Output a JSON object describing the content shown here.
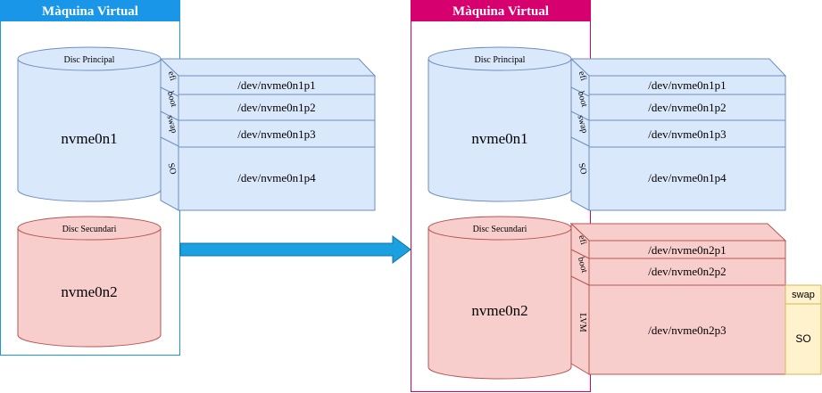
{
  "colors": {
    "vm1_header": "#1a96e8",
    "vm2_header": "#d6006e",
    "blue_fill": "#dae8fc",
    "blue_stroke": "#6c8ebf",
    "red_fill": "#f8cecc",
    "red_stroke": "#b85450",
    "yellow_fill": "#fff2cc",
    "yellow_stroke": "#d6b656",
    "arrow": "#1ba1e2"
  },
  "vm1": {
    "title": "Màquina Virtual",
    "primary_disk": {
      "label": "Disc Principal",
      "name": "nvme0n1",
      "tabs": [
        "efi",
        "boot",
        "swap",
        "SO"
      ],
      "partitions": [
        "/dev/nvme0n1p1",
        "/dev/nvme0n1p2",
        "/dev/nvme0n1p3",
        "/dev/nvme0n1p4"
      ]
    },
    "secondary_disk": {
      "label": "Disc Secundari",
      "name": "nvme0n2"
    }
  },
  "vm2": {
    "title": "Màquina Virtual",
    "primary_disk": {
      "label": "Disc Principal",
      "name": "nvme0n1",
      "tabs": [
        "efi",
        "boot",
        "swap",
        "SO"
      ],
      "partitions": [
        "/dev/nvme0n1p1",
        "/dev/nvme0n1p2",
        "/dev/nvme0n1p3",
        "/dev/nvme0n1p4"
      ]
    },
    "secondary_disk": {
      "label": "Disc Secundari",
      "name": "nvme0n2",
      "tabs": [
        "efi",
        "boot",
        "LVM"
      ],
      "partitions": [
        "/dev/nvme0n2p1",
        "/dev/nvme0n2p2",
        "/dev/nvme0n2p3"
      ],
      "lvm_volumes": [
        "swap",
        "SO"
      ]
    }
  }
}
